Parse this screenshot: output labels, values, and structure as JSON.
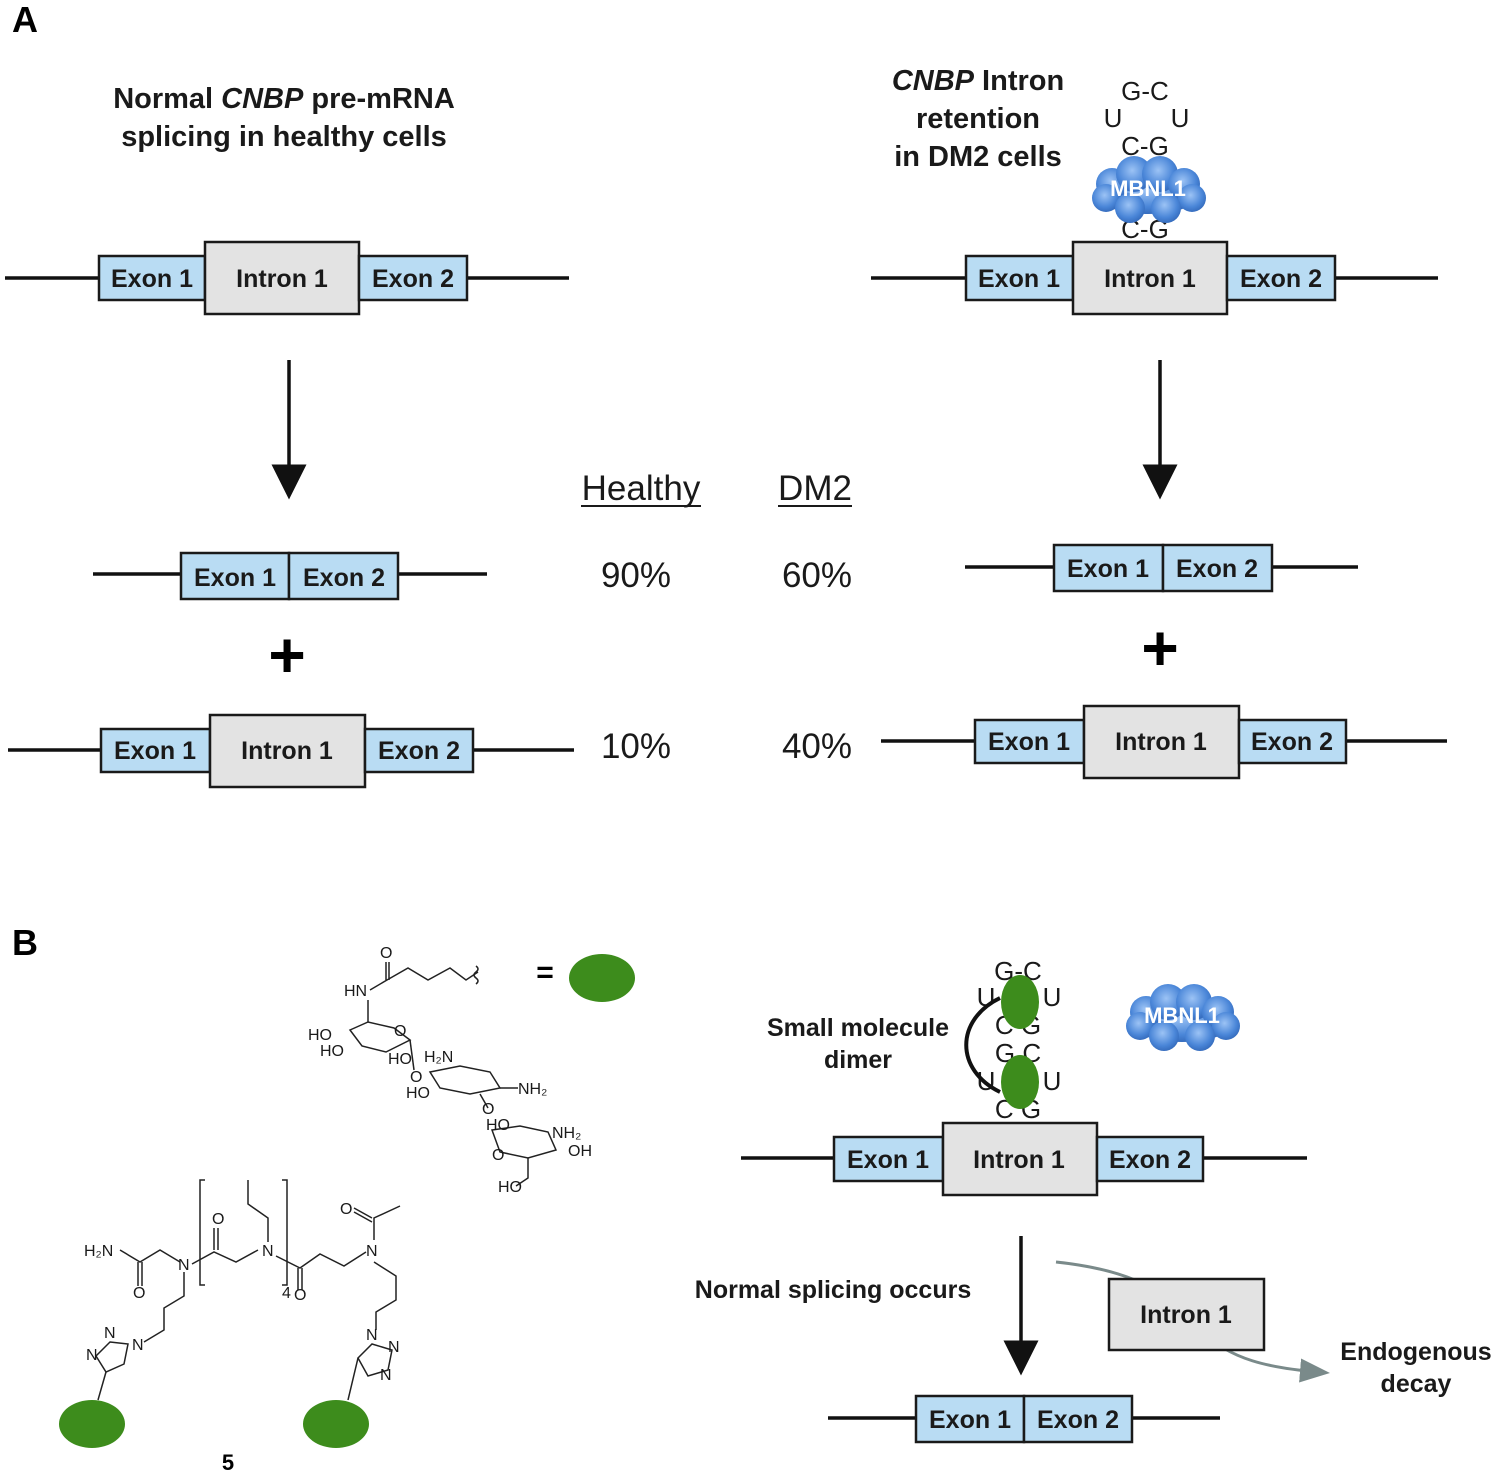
{
  "panels": {
    "a": "A",
    "b": "B"
  },
  "labels": {
    "exon1": "Exon 1",
    "exon2": "Exon 2",
    "intron1": "Intron 1"
  },
  "left_title": {
    "line1_pre": "Normal ",
    "line1_italic": "CNBP",
    "line1_post": " pre-mRNA",
    "line2": "splicing in healthy cells"
  },
  "right_title": {
    "line1_italic": "CNBP",
    "line1_post": " Intron",
    "line2": "retention",
    "line3": "in DM2 cells"
  },
  "protein": "MBNL1",
  "rna": {
    "gc": "G-C",
    "cg": "C-G",
    "u": "U",
    "g_c": "G C",
    "c_g": "C G"
  },
  "table": {
    "col1": "Healthy",
    "col2": "DM2",
    "row1": [
      "90%",
      "60%"
    ],
    "row2": [
      "10%",
      "40%"
    ]
  },
  "plus": "+",
  "panel_b": {
    "dimer_label": [
      "Small molecule",
      "dimer"
    ],
    "splicing_label": "Normal splicing occurs",
    "decay_label": [
      "Endogenous",
      "decay"
    ],
    "equals": "=",
    "compound_number": "5"
  },
  "chem_labels": {
    "o": "O",
    "hn": "HN",
    "ho": "HO",
    "h2n": "H₂N",
    "nh2": "NH₂",
    "oh": "OH",
    "n": "N",
    "sub4": "4",
    "ring_o": "O"
  },
  "colors": {
    "exon": "#b9dcf3",
    "intron": "#e3e3e3",
    "ligand": "#3d8c1c",
    "mbnl1": "#4a86d8"
  }
}
